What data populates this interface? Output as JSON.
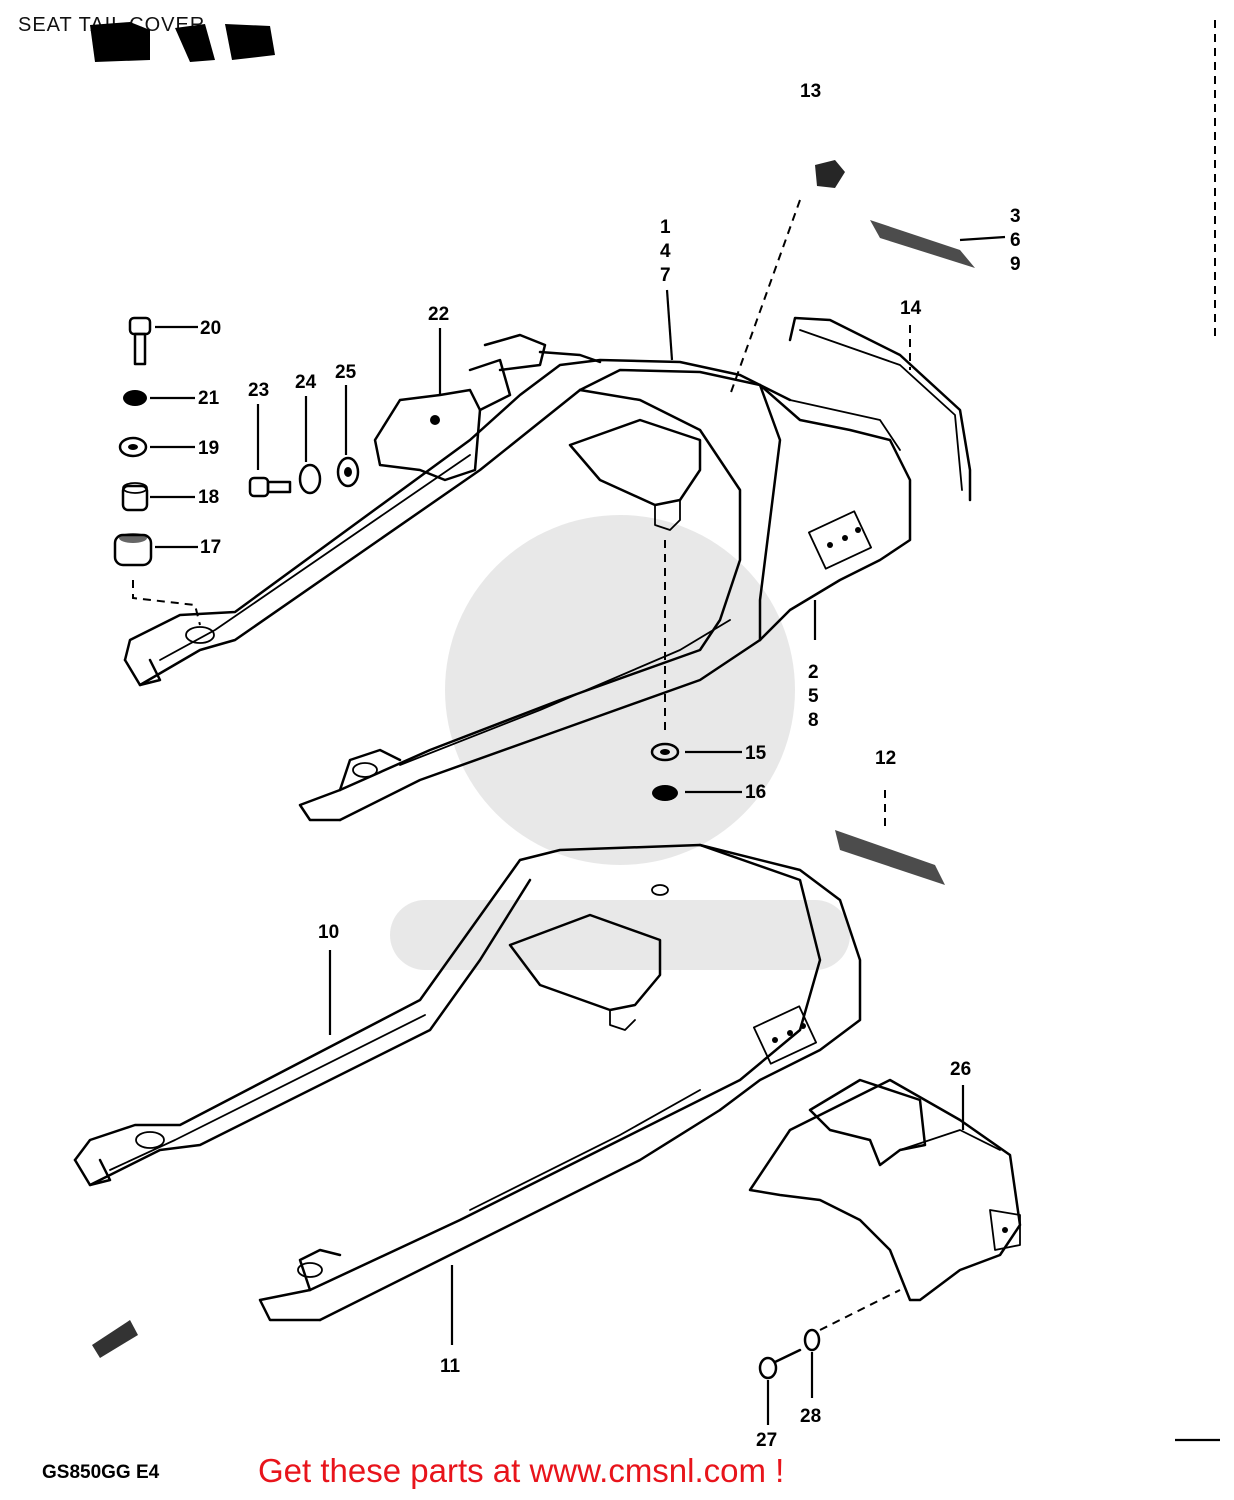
{
  "header": {
    "title": "SEAT TAIL COVER"
  },
  "parts": {
    "p1": "1",
    "p4": "4",
    "p7": "7",
    "p2": "2",
    "p5": "5",
    "p8": "8",
    "p3": "3",
    "p6": "6",
    "p9": "9",
    "p10": "10",
    "p11": "11",
    "p12": "12",
    "p13": "13",
    "p14": "14",
    "p15": "15",
    "p16": "16",
    "p17": "17",
    "p18": "18",
    "p19": "19",
    "p20": "20",
    "p21": "21",
    "p22": "22",
    "p23": "23",
    "p24": "24",
    "p25": "25",
    "p26": "26",
    "p27": "27",
    "p28": "28"
  },
  "footer": {
    "model_code": "GS850GG  E4",
    "promo": "Get these parts at www.cmsnl.com !"
  },
  "colors": {
    "promo_text": "#e8141b",
    "line_art": "#000000",
    "watermark": "#d6d6d6"
  }
}
